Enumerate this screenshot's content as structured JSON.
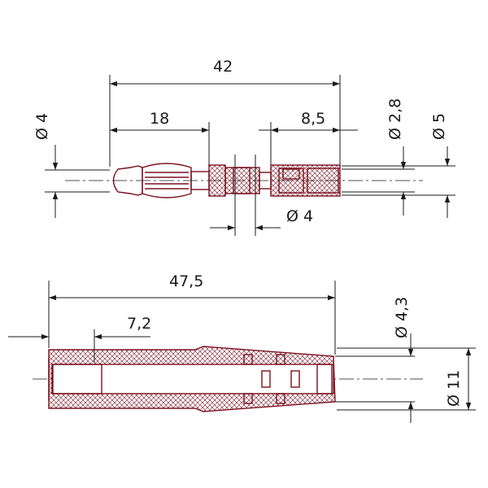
{
  "top_view": {
    "dim_length_42": "42",
    "dim_length_18": "18",
    "dim_length_8_5": "8,5",
    "dim_dia_4_left": "Ø 4",
    "dim_dia_2_8": "Ø 2,8",
    "dim_dia_5": "Ø 5",
    "dim_dia_4_bottom": "Ø 4"
  },
  "bottom_view": {
    "dim_length_47_5": "47,5",
    "dim_length_7_2": "7,2",
    "dim_dia_4_3": "Ø 4,3",
    "dim_dia_11": "Ø 11"
  },
  "colors": {
    "part_outline": "#7a1020",
    "dimension_lines": "#1a1a1a"
  }
}
